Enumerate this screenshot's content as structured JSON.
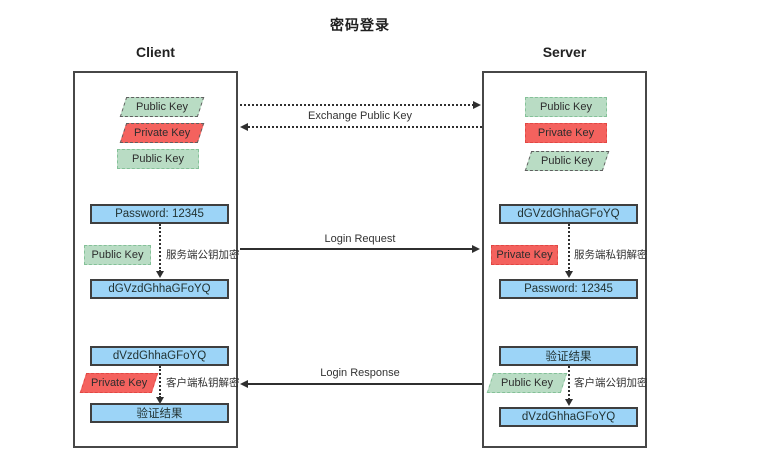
{
  "title": "密码登录",
  "colors": {
    "public-key-fill": "#b9dcc4",
    "public-key-border": "#84c198",
    "private-key-fill": "#f4625e",
    "private-key-border": "#e14743",
    "exchanged-border": "#5f5f5f",
    "message-fill": "#9cd4f7",
    "message-border": "#3f3f3f",
    "line": "#2f2f2f",
    "text": "#333333"
  },
  "client": {
    "title": "Client",
    "own_public_key": "Public Key",
    "own_private_key": "Private Key",
    "received_public_key": "Public Key",
    "password": "Password: 12345",
    "encrypt_key": "Public Key",
    "encrypt_note": "服务端公钥加密",
    "ciphertext": "dGVzdGhhaGFoYQ",
    "response_ciphertext": "dVzdGhhaGFoYQ",
    "decrypt_key": "Private Key",
    "decrypt_note": "客户端私钥解密",
    "result": "验证结果"
  },
  "server": {
    "title": "Server",
    "own_public_key": "Public Key",
    "own_private_key": "Private Key",
    "received_public_key": "Public Key",
    "ciphertext": "dGVzdGhhaGFoYQ",
    "decrypt_key": "Private Key",
    "decrypt_note": "服务端私钥解密",
    "password": "Password: 12345",
    "result": "验证结果",
    "encrypt_key": "Public Key",
    "encrypt_note": "客户端公钥加密",
    "response_ciphertext": "dVzdGhhaGFoYQ"
  },
  "flows": {
    "exchange_label": "Exchange Public Key",
    "request_label": "Login Request",
    "response_label": "Login Response"
  }
}
